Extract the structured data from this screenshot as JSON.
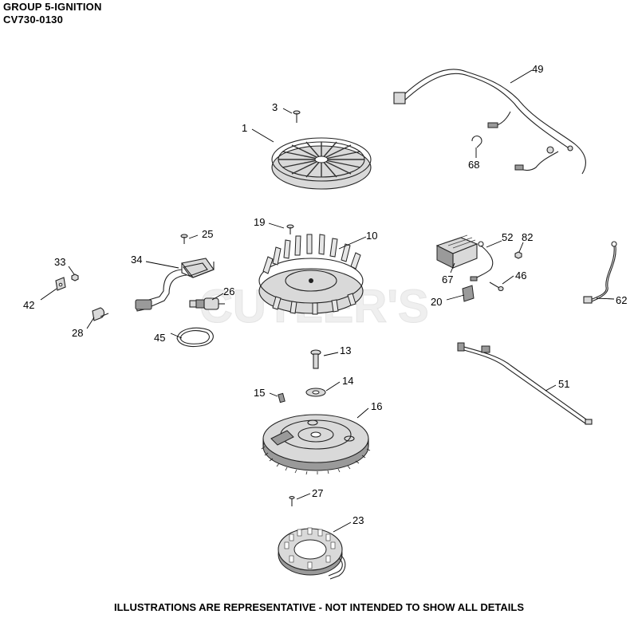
{
  "header": {
    "line1": "GROUP 5-IGNITION",
    "line2": "CV730-0130"
  },
  "watermark": "CUTLER'S",
  "footer": "ILLUSTRATIONS ARE REPRESENTATIVE - NOT INTENDED TO SHOW ALL DETAILS",
  "callouts": {
    "c1": "1",
    "c3": "3",
    "c10": "10",
    "c13": "13",
    "c14": "14",
    "c15": "15",
    "c16": "16",
    "c19": "19",
    "c20": "20",
    "c23": "23",
    "c25": "25",
    "c26": "26",
    "c27": "27",
    "c28": "28",
    "c33": "33",
    "c34": "34",
    "c42": "42",
    "c45": "45",
    "c46": "46",
    "c49": "49",
    "c51": "51",
    "c52": "52",
    "c62": "62",
    "c67": "67",
    "c68": "68",
    "c82": "82"
  }
}
